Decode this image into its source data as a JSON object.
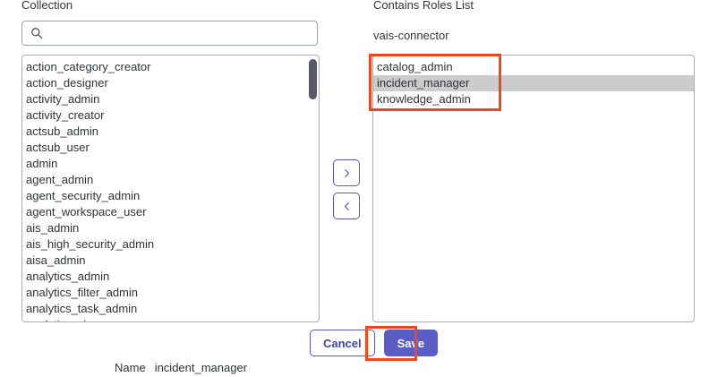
{
  "left_panel": {
    "label": "Collection",
    "search": {
      "icon": "search-icon",
      "value": "",
      "placeholder": ""
    },
    "options": [
      "action_category_creator",
      "action_designer",
      "activity_admin",
      "activity_creator",
      "actsub_admin",
      "actsub_user",
      "admin",
      "agent_admin",
      "agent_security_admin",
      "agent_workspace_user",
      "ais_admin",
      "ais_high_security_admin",
      "aisa_admin",
      "analytics_admin",
      "analytics_filter_admin",
      "analytics_task_admin",
      "analytics_viewer"
    ],
    "scrollbar": {
      "name": "collection-scrollbar",
      "thumb_color": "#565b6b"
    }
  },
  "transfer": {
    "move_right": {
      "icon": "chevron-right-icon",
      "glyph": ">"
    },
    "move_left": {
      "icon": "chevron-left-icon",
      "glyph": "<"
    }
  },
  "right_panel": {
    "label": "Contains Roles List",
    "scope": "vais-connector",
    "options": [
      {
        "label": "catalog_admin",
        "selected": false
      },
      {
        "label": "incident_manager",
        "selected": true
      },
      {
        "label": "knowledge_admin",
        "selected": false
      }
    ],
    "selected_highlight_color": "#cccccc"
  },
  "footer": {
    "cancel_label": "Cancel",
    "save_label": "Save"
  },
  "record": {
    "name_label": "Name",
    "name_value": "incident_manager"
  },
  "annotations": {
    "highlight_color": "#f4451b",
    "roles_box": "contains-roles-items-highlight",
    "save_box": "save-button-highlight"
  },
  "colors": {
    "accent_purple": "#5a5dc4",
    "accent_purple_border": "#5558b8",
    "annotation_red": "#f4451b",
    "selection_gray": "#cccccc"
  }
}
